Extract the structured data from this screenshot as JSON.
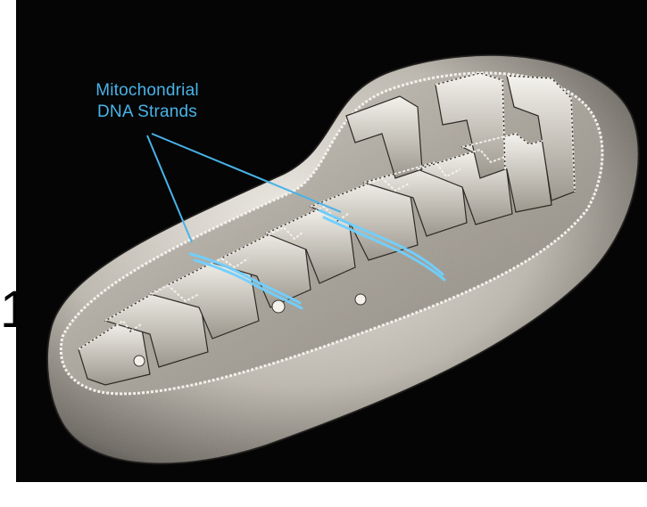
{
  "annotation": {
    "line1": "Mitochondrial",
    "line2": "DNA Strands"
  },
  "edge_glyph": "1",
  "colors": {
    "background": "#050505",
    "annotation": "#49b3e8",
    "organelle_light": "#e9e6df",
    "organelle_shadow": "#3d3a35"
  }
}
